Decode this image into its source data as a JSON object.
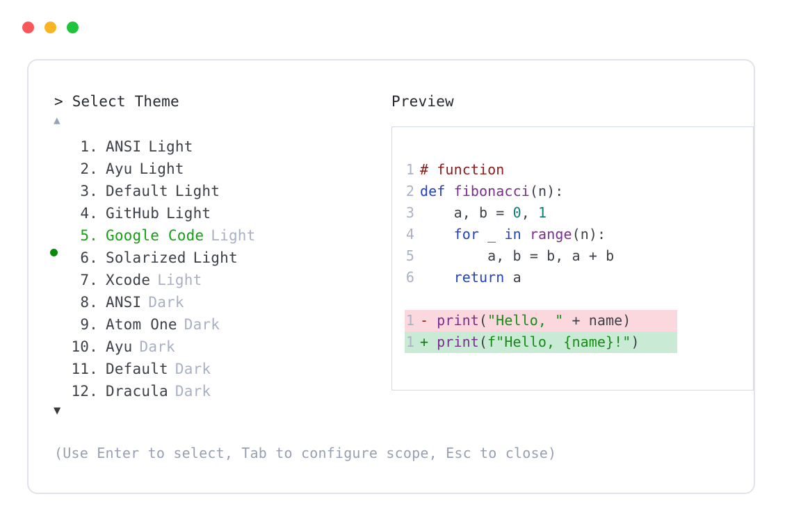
{
  "window": {
    "buttons": [
      {
        "name": "close",
        "color": "#f9585a"
      },
      {
        "name": "minimize",
        "color": "#f6b426"
      },
      {
        "name": "maximize",
        "color": "#1fc33c"
      }
    ]
  },
  "left": {
    "prompt_caret": ">",
    "prompt_label": "Select Theme",
    "scroll_up_glyph": "▲",
    "scroll_down_glyph": "▼",
    "selected_index": 5,
    "bullet_color": "#0a8a0a",
    "selected_color": "#13a013",
    "items": [
      {
        "index": "1.",
        "name": "ANSI",
        "variant": "Light",
        "variant_muted": false,
        "selected": false
      },
      {
        "index": "2.",
        "name": "Ayu",
        "variant": "Light",
        "variant_muted": false,
        "selected": false
      },
      {
        "index": "3.",
        "name": "Default",
        "variant": "Light",
        "variant_muted": false,
        "selected": false
      },
      {
        "index": "4.",
        "name": "GitHub",
        "variant": "Light",
        "variant_muted": false,
        "selected": false
      },
      {
        "index": "5.",
        "name": "Google Code",
        "variant": "Light",
        "variant_muted": true,
        "selected": true
      },
      {
        "index": "6.",
        "name": "Solarized",
        "variant": "Light",
        "variant_muted": false,
        "selected": false
      },
      {
        "index": "7.",
        "name": "Xcode",
        "variant": "Light",
        "variant_muted": true,
        "selected": false
      },
      {
        "index": "8.",
        "name": "ANSI",
        "variant": "Dark",
        "variant_muted": true,
        "selected": false
      },
      {
        "index": "9.",
        "name": "Atom One",
        "variant": "Dark",
        "variant_muted": true,
        "selected": false
      },
      {
        "index": "10.",
        "name": "Ayu",
        "variant": "Dark",
        "variant_muted": true,
        "selected": false
      },
      {
        "index": "11.",
        "name": "Default",
        "variant": "Dark",
        "variant_muted": true,
        "selected": false
      },
      {
        "index": "12.",
        "name": "Dracula",
        "variant": "Dark",
        "variant_muted": true,
        "selected": false
      }
    ],
    "hint": "(Use Enter to select, Tab to configure scope, Esc to close)"
  },
  "right": {
    "preview_label": "Preview",
    "code": {
      "lines": [
        {
          "n": "1",
          "tokens": [
            {
              "t": "# function",
              "c": "tok-comment"
            }
          ]
        },
        {
          "n": "2",
          "tokens": [
            {
              "t": "def ",
              "c": "tok-keyword"
            },
            {
              "t": "fibonacci",
              "c": "tok-func"
            },
            {
              "t": "(n):",
              "c": "tok-punct"
            }
          ]
        },
        {
          "n": "3",
          "tokens": [
            {
              "t": "    a, b = ",
              "c": "tok-plain"
            },
            {
              "t": "0",
              "c": "tok-number"
            },
            {
              "t": ", ",
              "c": "tok-plain"
            },
            {
              "t": "1",
              "c": "tok-number"
            }
          ]
        },
        {
          "n": "4",
          "tokens": [
            {
              "t": "    ",
              "c": "tok-plain"
            },
            {
              "t": "for",
              "c": "tok-keyword"
            },
            {
              "t": " _ ",
              "c": "tok-plain"
            },
            {
              "t": "in",
              "c": "tok-keyword"
            },
            {
              "t": " ",
              "c": "tok-plain"
            },
            {
              "t": "range",
              "c": "tok-func"
            },
            {
              "t": "(n):",
              "c": "tok-punct"
            }
          ]
        },
        {
          "n": "5",
          "tokens": [
            {
              "t": "        a, b = b, a + b",
              "c": "tok-plain"
            }
          ]
        },
        {
          "n": "6",
          "tokens": [
            {
              "t": "    ",
              "c": "tok-plain"
            },
            {
              "t": "return",
              "c": "tok-keyword"
            },
            {
              "t": " a",
              "c": "tok-plain"
            }
          ]
        }
      ]
    },
    "diff": {
      "removed": {
        "n": "1",
        "marker": "-",
        "bg": "#fbd8dd",
        "tokens": [
          {
            "t": "print",
            "c": "tok-func"
          },
          {
            "t": "(",
            "c": "tok-punct"
          },
          {
            "t": "\"Hello, \"",
            "c": "tok-string"
          },
          {
            "t": " + name)",
            "c": "tok-plain"
          }
        ]
      },
      "added": {
        "n": "1",
        "marker": "+",
        "bg": "#c9ead4",
        "tokens": [
          {
            "t": "print",
            "c": "tok-func"
          },
          {
            "t": "(",
            "c": "tok-punct"
          },
          {
            "t": "f\"Hello, {name}!\"",
            "c": "tok-string"
          },
          {
            "t": ")",
            "c": "tok-punct"
          }
        ]
      }
    }
  }
}
